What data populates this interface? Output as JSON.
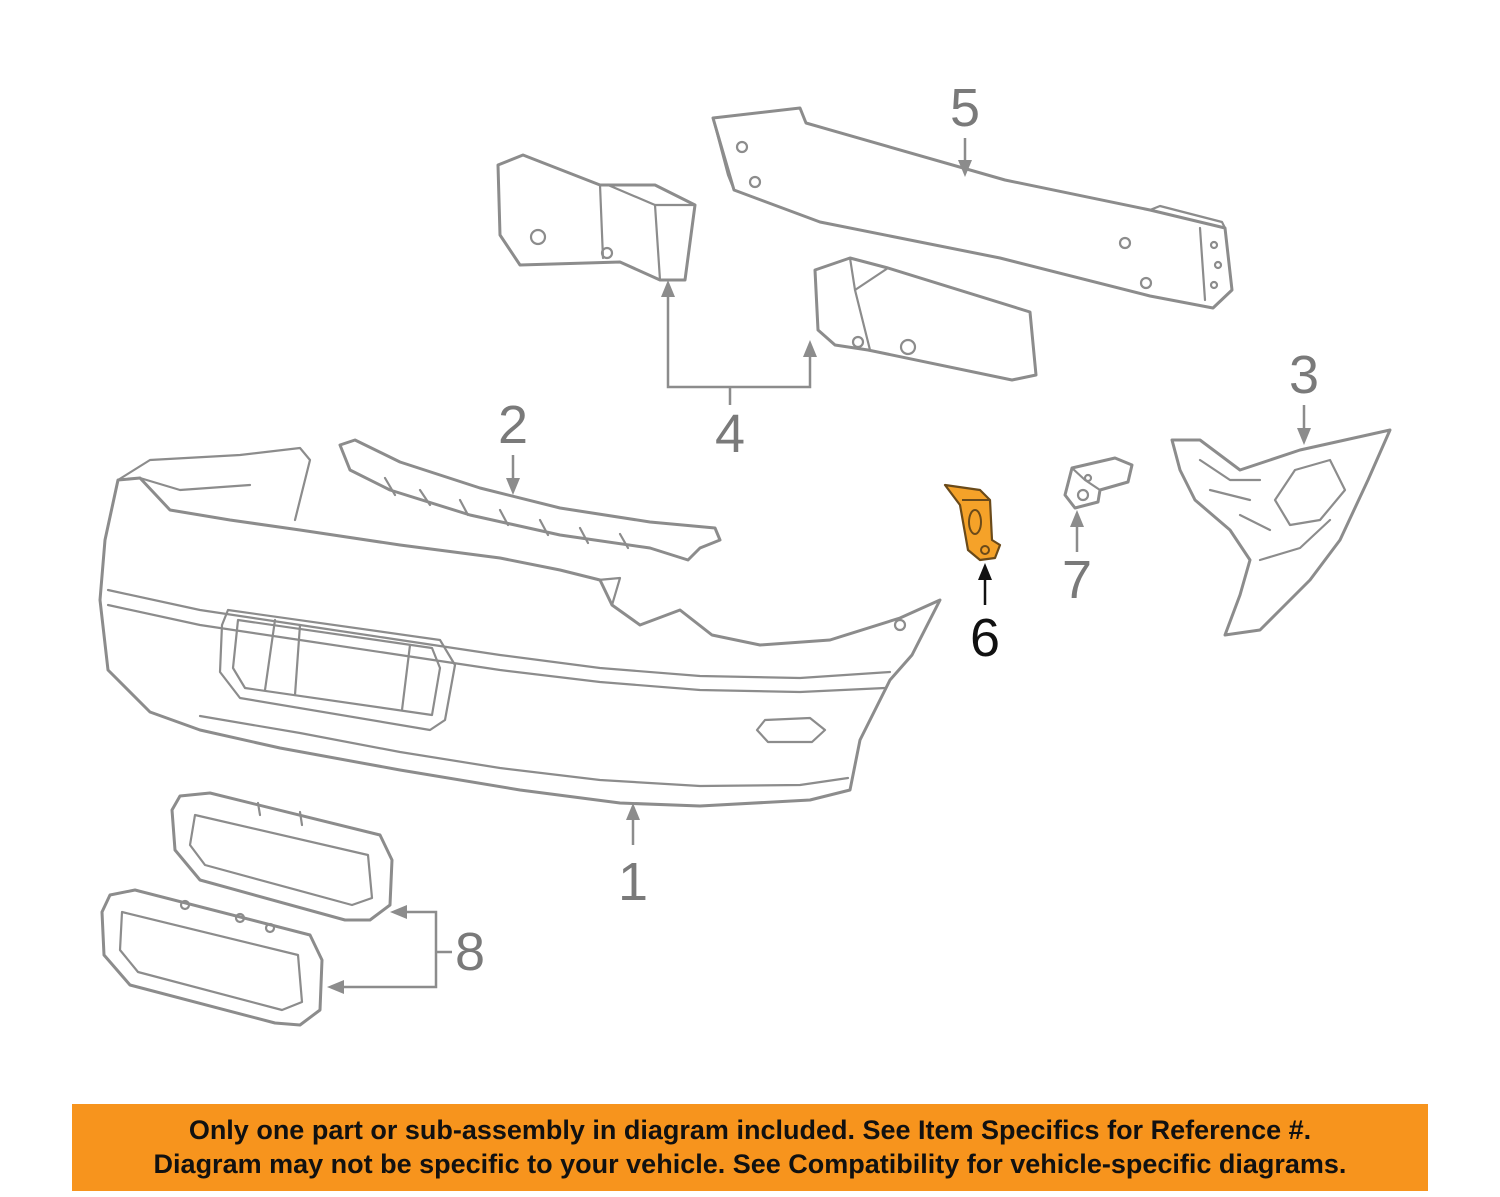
{
  "diagram": {
    "callouts": [
      {
        "id": "1",
        "label": "1",
        "highlighted": false
      },
      {
        "id": "2",
        "label": "2",
        "highlighted": false
      },
      {
        "id": "3",
        "label": "3",
        "highlighted": false
      },
      {
        "id": "4",
        "label": "4",
        "highlighted": false
      },
      {
        "id": "5",
        "label": "5",
        "highlighted": false
      },
      {
        "id": "6",
        "label": "6",
        "highlighted": true
      },
      {
        "id": "7",
        "label": "7",
        "highlighted": false
      },
      {
        "id": "8",
        "label": "8",
        "highlighted": false
      }
    ],
    "highlight_color": "#f5a229",
    "line_color": "#8c8c8c"
  },
  "notice": {
    "line1": "Only one part or sub-assembly in diagram included. See Item Specifics for Reference #.",
    "line2": "Diagram may not be specific to your vehicle. See Compatibility for vehicle-specific diagrams.",
    "background": "#f7941d"
  }
}
